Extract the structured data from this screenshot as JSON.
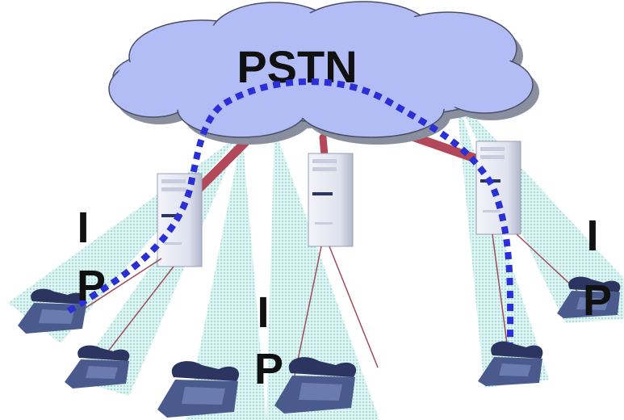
{
  "network": {
    "label": "PSTN",
    "cloud_color": "#b3bdf5",
    "cloud_shadow": "#8a8fa0"
  },
  "ip_labels": {
    "left": [
      "I",
      "P"
    ],
    "center": [
      "I",
      "P"
    ],
    "right": [
      "I",
      "P"
    ]
  },
  "colors": {
    "coverage": "#c7ece8",
    "trunk": "#b2485a",
    "call_path": "#2b2fd6",
    "server_body": "#e2e4ef",
    "server_shade": "#b7bbd0",
    "phone": "#4a5a8c",
    "phone_dark": "#2b3560",
    "wire": "#a04c5c"
  },
  "icons": [
    "cloud-icon",
    "server-icon",
    "phone-icon"
  ]
}
